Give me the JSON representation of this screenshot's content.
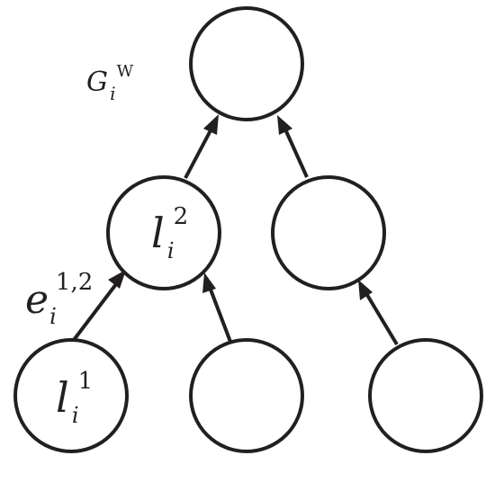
{
  "diagram": {
    "labels": {
      "graph": {
        "base": "G",
        "sub": "i",
        "sup": "W"
      },
      "edge": {
        "base": "e",
        "sub": "i",
        "sup": "1,2"
      },
      "level2_node": {
        "base": "l",
        "sub": "i",
        "sup": "2"
      },
      "level1_node": {
        "base": "l",
        "sub": "i",
        "sup": "1"
      }
    },
    "colors": {
      "stroke": "#231f20",
      "fill": "#ffffff"
    }
  }
}
